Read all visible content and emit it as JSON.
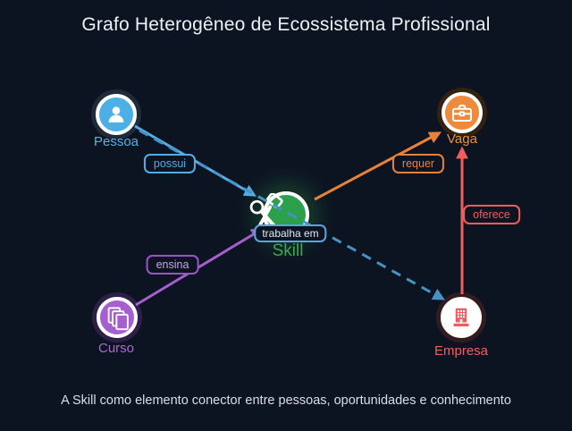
{
  "title": "Grafo Heterogêneo de Ecossistema Profissional",
  "caption": "A Skill como elemento conector entre pessoas, oportunidades e conhecimento",
  "colors": {
    "background": "#0d1421",
    "blue": "#52aee5",
    "orange": "#e8823a",
    "green": "#2da04c",
    "purple": "#a55fce",
    "red": "#ef5e5e",
    "dashed_blue": "#4792c4"
  },
  "nodes": [
    {
      "id": "pessoa",
      "label": "Pessoa",
      "color": "#4cb0e6",
      "icon": "person-icon"
    },
    {
      "id": "vaga",
      "label": "Vaga",
      "color": "#ed8a3c",
      "icon": "briefcase-icon"
    },
    {
      "id": "skill",
      "label": "Skill",
      "color": "#2da04c",
      "icon": "tools-icon"
    },
    {
      "id": "curso",
      "label": "Curso",
      "color": "#a55fce",
      "icon": "books-icon"
    },
    {
      "id": "empresa",
      "label": "Empresa",
      "color": "#ef5e5e",
      "icon": "building-icon"
    }
  ],
  "edges": [
    {
      "from": "pessoa",
      "to": "skill",
      "label": "possui",
      "color": "#52aee5",
      "style": "solid"
    },
    {
      "from": "skill",
      "to": "vaga",
      "label": "requer",
      "color": "#e8823a",
      "style": "solid"
    },
    {
      "from": "curso",
      "to": "skill",
      "label": "ensina",
      "color": "#a55fce",
      "style": "solid"
    },
    {
      "from": "empresa",
      "to": "vaga",
      "label": "oferece",
      "color": "#ef5e5e",
      "style": "solid"
    },
    {
      "from": "pessoa",
      "to": "empresa",
      "label": "trabalha em",
      "color": "#4792c4",
      "style": "dashed"
    }
  ]
}
